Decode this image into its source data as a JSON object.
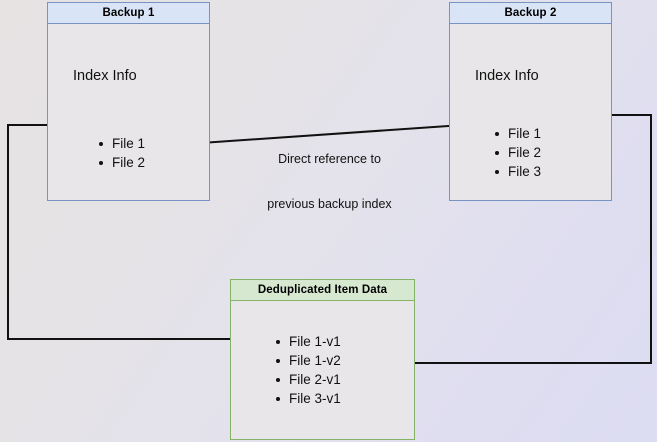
{
  "diagram": {
    "title_hidden": "",
    "background": {
      "gradient_from": "#e7e3e3",
      "gradient_to": "#dcdcf2"
    },
    "colors": {
      "blue_border": "#7793c4",
      "blue_header_fill": "#d9e4f6",
      "green_border": "#82b366",
      "green_header_fill": "#d7e8d1",
      "box_body_fill": "#e8e6e8",
      "edge_stroke": "#111111"
    },
    "nodes": [
      {
        "id": "backup1",
        "header": "Backup 1",
        "section_title": "Index Info",
        "items": [
          "File 1",
          "File 2"
        ]
      },
      {
        "id": "backup2",
        "header": "Backup 2",
        "section_title": "Index Info",
        "items": [
          "File 1",
          "File 2",
          "File 3"
        ]
      },
      {
        "id": "dedup",
        "header": "Deduplicated Item Data",
        "items": [
          "File 1-v1",
          "File 1-v2",
          "File 2-v1",
          "File 3-v1"
        ]
      }
    ],
    "edge_labels": [
      {
        "id": "direct-reference",
        "line1": "Direct reference to",
        "line2": "previous backup index"
      }
    ]
  }
}
